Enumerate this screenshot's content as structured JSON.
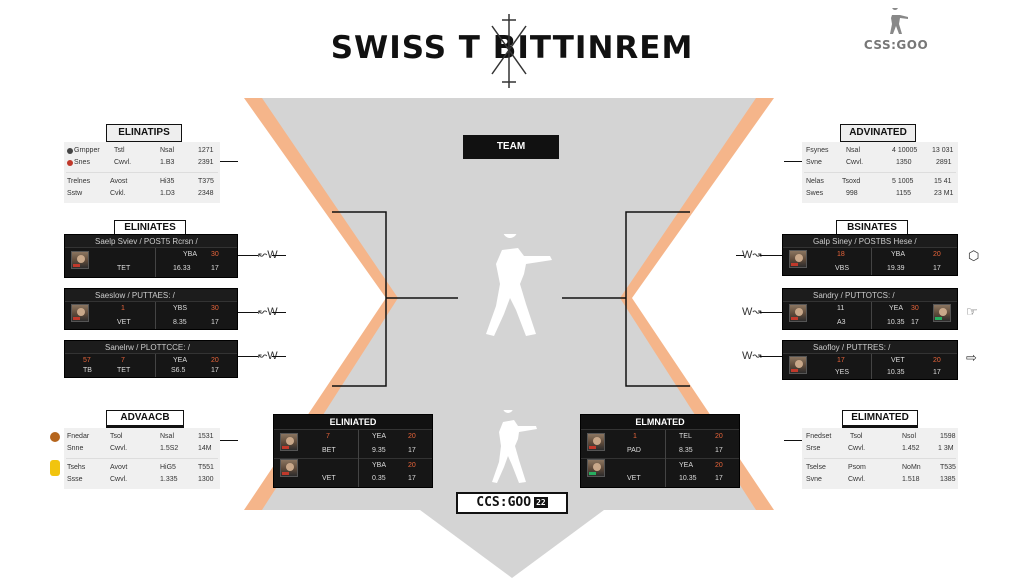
{
  "title": "SWISS T BITTINREM",
  "brand_top": "CSS:GOO",
  "bottom_logo": {
    "text": "CCS:GOO",
    "badge": "22"
  },
  "colors": {
    "accent": "#e8643a",
    "stage_gray": "#d4d4d4",
    "stage_border": "#f5b58a",
    "card_bg": "#161616"
  },
  "center_header": "TEAM",
  "left_top": {
    "header": "ELINATIPS",
    "rows": [
      [
        "Grnpper",
        "Tstl",
        "Nsal",
        "1271"
      ],
      [
        "Snes",
        "Cwvl.",
        "1.B3",
        "2391"
      ],
      [
        "Trelnes",
        "Avost",
        "Hi35",
        "T375"
      ],
      [
        "Sstw",
        "Cvkl.",
        "1.D3",
        "2348"
      ]
    ]
  },
  "right_top": {
    "header": "ADVINATED",
    "rows": [
      [
        "Fsynes",
        "Nsal",
        "4 10005",
        "13 031"
      ],
      [
        "Svne",
        "Cwvl.",
        "1350",
        "2891"
      ],
      [
        "Nelas",
        "Tsoxd",
        "5 1005",
        "15 41"
      ],
      [
        "Swes",
        "998",
        "1155",
        "23 M1"
      ]
    ]
  },
  "left_mid": {
    "header": "ELINIATES",
    "cards": [
      {
        "head": "Saelp Sviev / POST5 Rcrsn /",
        "r1": [
          "",
          "",
          "YBA",
          "30"
        ],
        "r2": [
          "",
          "TET",
          "16.33",
          "17"
        ]
      },
      {
        "head": "Saeslow / PUTTAES: /",
        "r1": [
          "1",
          "",
          "YBS",
          "30"
        ],
        "r2": [
          "",
          "VET",
          "8.35",
          "17"
        ]
      },
      {
        "head": "Sanelrw / PLOTTCCE: /",
        "r1": [
          "57",
          "7",
          "YEA",
          "20"
        ],
        "r2": [
          "TB",
          "TET",
          "S6.5",
          "17"
        ]
      }
    ]
  },
  "right_mid": {
    "header": "BSINATES",
    "cards": [
      {
        "head": "Galp Siney / POSTBS Hese /",
        "r1": [
          "18",
          "",
          "YBA",
          "20"
        ],
        "r2": [
          "VBS",
          "",
          "19.39",
          "17"
        ]
      },
      {
        "head": "Sandry / PUTTOTCS: /",
        "r1": [
          "11",
          "",
          "YEA",
          "30"
        ],
        "r2": [
          "A3",
          "",
          "10.35",
          "17"
        ]
      },
      {
        "head": "Saofloy / PUTTRES: /",
        "r1": [
          "17",
          "",
          "VET",
          "20"
        ],
        "r2": [
          "YES",
          "",
          "10.35",
          "17"
        ]
      }
    ]
  },
  "left_bottom": {
    "header": "ADVAACB",
    "rows": [
      [
        "Fnedar",
        "Tsol",
        "Nsal",
        "1531"
      ],
      [
        "Snne",
        "Cwvl.",
        "1.5S2",
        "14M"
      ],
      [
        "Tsehs",
        "Avovt",
        "HiG5",
        "T551"
      ],
      [
        "Ssse",
        "Cwvl.",
        "1.335",
        "1300"
      ]
    ]
  },
  "right_bottom": {
    "header": "ELIMNATED",
    "rows": [
      [
        "Fnedset",
        "Tsol",
        "Nsol",
        "1598"
      ],
      [
        "Srse",
        "Cwvl.",
        "1.452",
        "1 3M"
      ],
      [
        "Tselse",
        "Psom",
        "NoMn",
        "T535"
      ],
      [
        "Svne",
        "Cwvl.",
        "1.518",
        "1385"
      ]
    ]
  },
  "center_left_card": {
    "header": "ELINIATED",
    "r1": [
      "7",
      "",
      "YEA",
      "20"
    ],
    "r2": [
      "",
      "BET",
      "9.35",
      "17"
    ],
    "r3": [
      "",
      "",
      "YBA",
      "20"
    ],
    "r4": [
      "",
      "VET",
      "0.35",
      "17"
    ]
  },
  "center_right_card": {
    "header": "ELMNATED",
    "r1": [
      "1",
      "",
      "TEL",
      "20"
    ],
    "r2": [
      "",
      "PAD",
      "8.35",
      "17"
    ],
    "r3": [
      "",
      "",
      "YEA",
      "20"
    ],
    "r4": [
      "",
      "VET",
      "10.35",
      "17"
    ]
  },
  "arrows": {
    "left": "↜W",
    "right": "W↝"
  },
  "icons": [
    "soldier-silhouette-icon",
    "crossed-swords-icon",
    "trophy-icon",
    "arrow-icon"
  ]
}
